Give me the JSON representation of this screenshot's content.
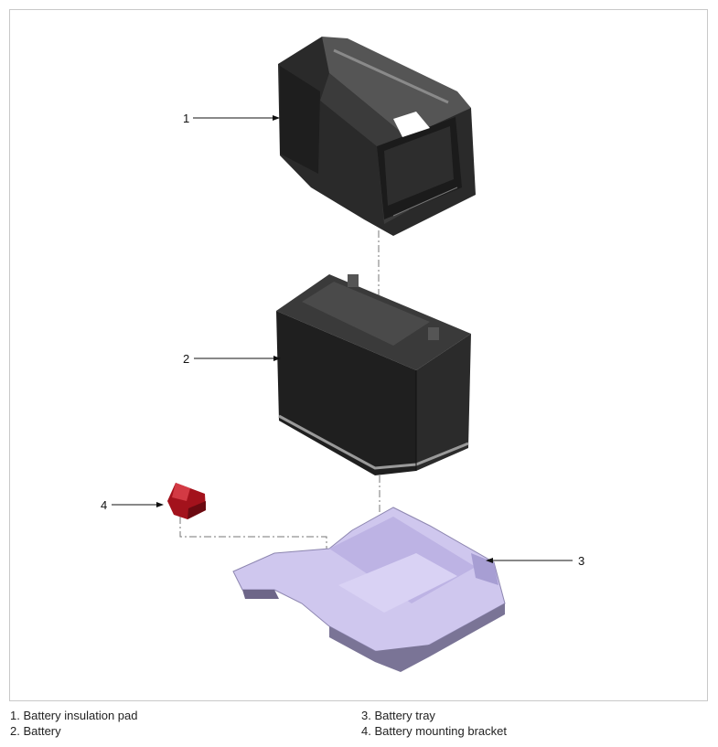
{
  "callouts": {
    "c1": "1",
    "c2": "2",
    "c3": "3",
    "c4": "4"
  },
  "legend": {
    "left": [
      "1. Battery insulation pad",
      "2. Battery"
    ],
    "right": [
      "3. Battery tray",
      "4. Battery mounting bracket"
    ]
  },
  "colors": {
    "insulation_pad": "#2e2e2e",
    "battery": "#262626",
    "tray": "#cfc7ee",
    "bracket": "#a3121c",
    "frame": "#c8c8c8"
  }
}
